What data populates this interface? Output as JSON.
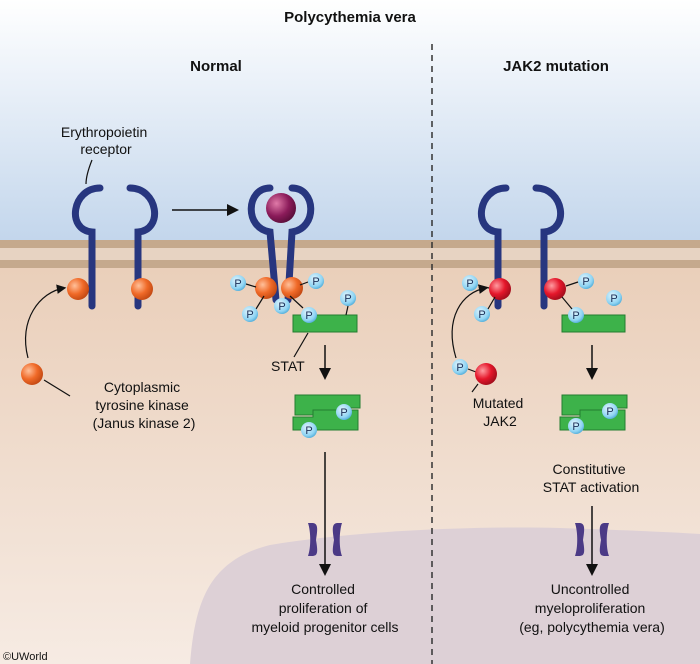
{
  "title": "Polycythemia vera",
  "panels": {
    "normal": {
      "header": "Normal",
      "receptor_label": [
        "Erythropoietin",
        "receptor"
      ],
      "kinase_label": [
        "Cytoplasmic",
        "tyrosine kinase",
        "(Janus kinase 2)"
      ],
      "stat_label": "STAT",
      "outcome": [
        "Controlled",
        "proliferation of",
        "myeloid progenitor cells"
      ]
    },
    "mutation": {
      "header": "JAK2 mutation",
      "mutant_label": [
        "Mutated",
        "JAK2"
      ],
      "activation_label": [
        "Constitutive",
        "STAT activation"
      ],
      "outcome": [
        "Uncontrolled",
        "myeloproliferation",
        "(eg, polycythemia vera)"
      ]
    }
  },
  "phospho_symbol": "P",
  "credit": "©UWorld",
  "colors": {
    "receptor": "#27367f",
    "jak_normal": "#f06a28",
    "jak_mutant": "#e5172b",
    "ligand": "#8b1b5a",
    "stat": "#3db24a",
    "phosphate": "#8fd4f3",
    "cytoplasm": "#ebd3c0",
    "nucleus": "#ddd0d6",
    "extracellular": "#cfe0f0",
    "membrane": "#c5a98d",
    "channel": "#4b3a86"
  }
}
